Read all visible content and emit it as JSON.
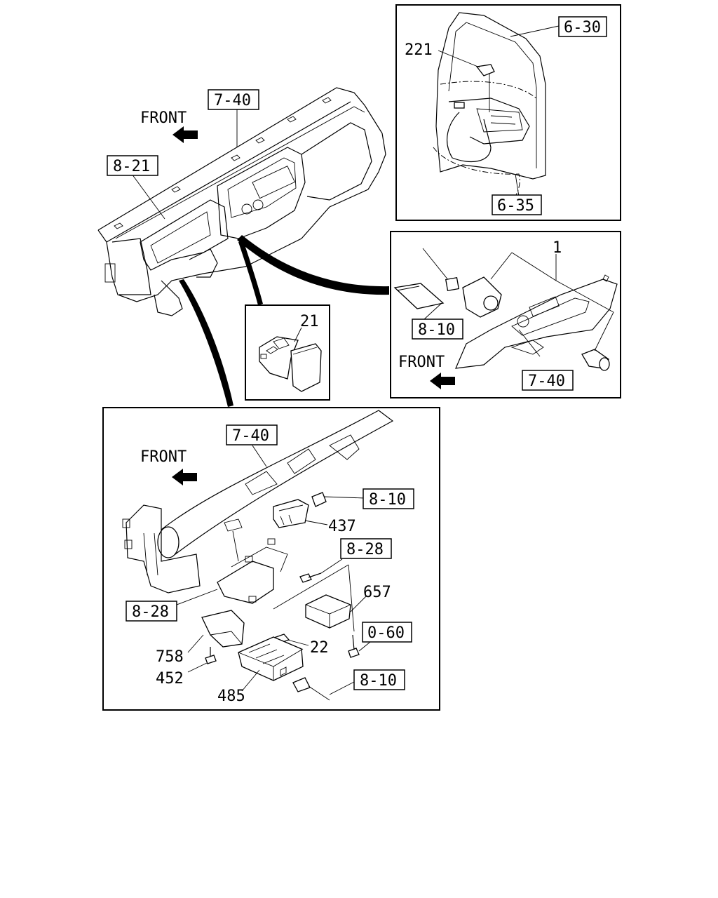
{
  "refs": {
    "main_dash": "7-40",
    "main_cluster": "8-21",
    "door_outer": "6-30",
    "door_trim": "6-35",
    "console_harness": "8-10",
    "console_panel": "7-40",
    "bracket_dash": "7-40",
    "bracket_harness_top": "8-10",
    "bracket_bolt": "8-28",
    "bracket_left": "8-28",
    "bracket_screw": "0-60",
    "bracket_harness_bottom": "8-10"
  },
  "parts": {
    "door_switch": "221",
    "console_switch": "1",
    "hazard_switch": "21",
    "relay": "437",
    "module": "657",
    "clip": "22",
    "bracket": "758",
    "bolt": "452",
    "controller": "485"
  },
  "front": {
    "main": "FRONT",
    "console": "FRONT",
    "bracket": "FRONT"
  }
}
